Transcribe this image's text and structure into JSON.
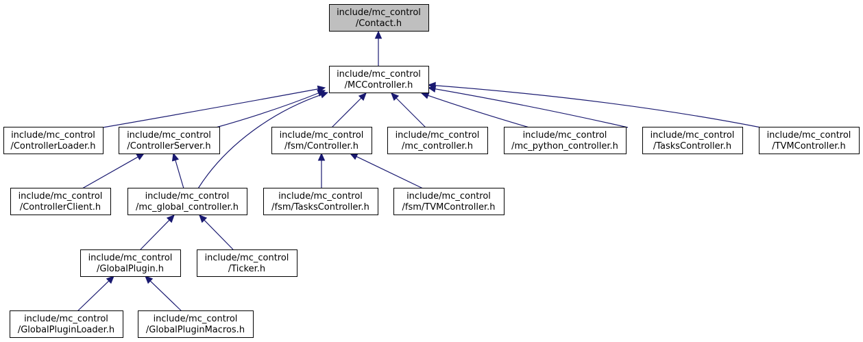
{
  "graph": {
    "root_id": "contact",
    "colors": {
      "edge": "#191970",
      "root_fill": "#bfbfbf",
      "node_fill": "#ffffff",
      "border": "#000000"
    },
    "nodes": [
      {
        "id": "contact",
        "line1": "include/mc_control",
        "line2": "/Contact.h"
      },
      {
        "id": "mccontroller",
        "line1": "include/mc_control",
        "line2": "/MCController.h"
      },
      {
        "id": "controllerloader",
        "line1": "include/mc_control",
        "line2": "/ControllerLoader.h"
      },
      {
        "id": "controllerserver",
        "line1": "include/mc_control",
        "line2": "/ControllerServer.h"
      },
      {
        "id": "fsmcontroller",
        "line1": "include/mc_control",
        "line2": "/fsm/Controller.h"
      },
      {
        "id": "mc_controller",
        "line1": "include/mc_control",
        "line2": "/mc_controller.h"
      },
      {
        "id": "mc_python_controller",
        "line1": "include/mc_control",
        "line2": "/mc_python_controller.h"
      },
      {
        "id": "taskscontroller",
        "line1": "include/mc_control",
        "line2": "/TasksController.h"
      },
      {
        "id": "tvmcontroller",
        "line1": "include/mc_control",
        "line2": "/TVMController.h"
      },
      {
        "id": "controllerclient",
        "line1": "include/mc_control",
        "line2": "/ControllerClient.h"
      },
      {
        "id": "mc_global_controller",
        "line1": "include/mc_control",
        "line2": "/mc_global_controller.h"
      },
      {
        "id": "fsmtaskscontroller",
        "line1": "include/mc_control",
        "line2": "/fsm/TasksController.h"
      },
      {
        "id": "fsmtvmcontroller",
        "line1": "include/mc_control",
        "line2": "/fsm/TVMController.h"
      },
      {
        "id": "globalplugin",
        "line1": "include/mc_control",
        "line2": "/GlobalPlugin.h"
      },
      {
        "id": "ticker",
        "line1": "include/mc_control",
        "line2": "/Ticker.h"
      },
      {
        "id": "globalpluginloader",
        "line1": "include/mc_control",
        "line2": "/GlobalPluginLoader.h"
      },
      {
        "id": "globalpluginmacros",
        "line1": "include/mc_control",
        "line2": "/GlobalPluginMacros.h"
      }
    ],
    "edges": [
      {
        "from": "mccontroller",
        "to": "contact"
      },
      {
        "from": "controllerloader",
        "to": "mccontroller"
      },
      {
        "from": "controllerserver",
        "to": "mccontroller"
      },
      {
        "from": "mc_global_controller",
        "to": "mccontroller"
      },
      {
        "from": "fsmcontroller",
        "to": "mccontroller"
      },
      {
        "from": "mc_controller",
        "to": "mccontroller"
      },
      {
        "from": "mc_python_controller",
        "to": "mccontroller"
      },
      {
        "from": "taskscontroller",
        "to": "mccontroller"
      },
      {
        "from": "tvmcontroller",
        "to": "mccontroller"
      },
      {
        "from": "controllerclient",
        "to": "controllerserver"
      },
      {
        "from": "mc_global_controller",
        "to": "controllerserver"
      },
      {
        "from": "fsmtaskscontroller",
        "to": "fsmcontroller"
      },
      {
        "from": "fsmtvmcontroller",
        "to": "fsmcontroller"
      },
      {
        "from": "globalplugin",
        "to": "mc_global_controller"
      },
      {
        "from": "ticker",
        "to": "mc_global_controller"
      },
      {
        "from": "globalpluginloader",
        "to": "globalplugin"
      },
      {
        "from": "globalpluginmacros",
        "to": "globalplugin"
      }
    ]
  }
}
